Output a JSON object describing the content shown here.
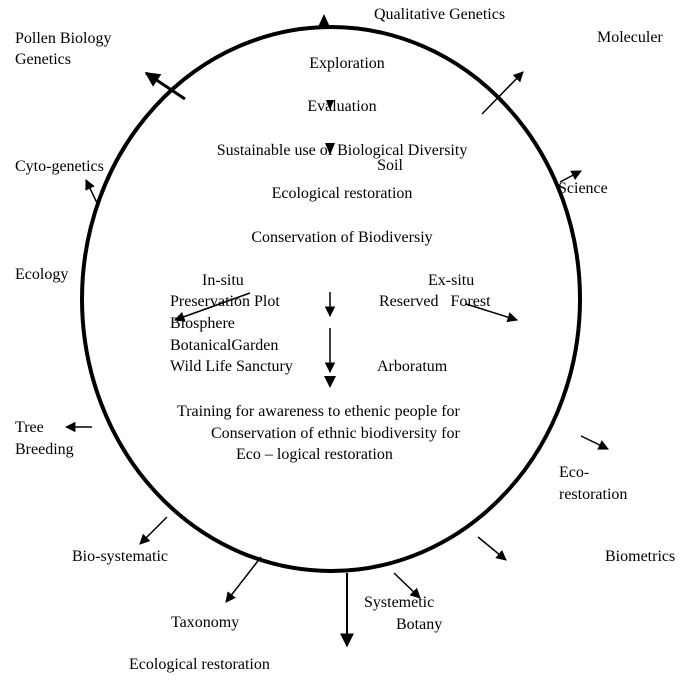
{
  "diagram": {
    "colors": {
      "stroke": "#000000",
      "background": "#ffffff",
      "text": "#000000"
    },
    "center_flow": {
      "exploration": "Exploration",
      "evaluation": "Evaluation",
      "sustainable_use": "Sustainable use of Biological Diversity",
      "soil": "Soil",
      "ecological_restoration": "Ecological restoration",
      "conservation": "Conservation of Biodiversiy"
    },
    "in_situ": {
      "heading": "In-situ",
      "items": [
        "Preservation Plot",
        "Biosphere",
        "BotanicalGarden",
        "Wild Life Sanctury"
      ]
    },
    "ex_situ": {
      "heading": "Ex-situ",
      "items": [
        "Reserved   Forest",
        "Arboratum"
      ]
    },
    "training": {
      "line1": "Training for awareness to ethenic people for",
      "line2": "Conservation of ethnic biodiversity for",
      "line3": "Eco – logical restoration"
    },
    "outer_labels": {
      "qualitative_genetics": "Qualitative Genetics",
      "pollen_biology_genetics": "Pollen Biology\nGenetics",
      "moleculer": "Moleculer",
      "cyto_genetics": "Cyto-genetics",
      "science": "Science",
      "ecology": "Ecology",
      "tree_breeding": "Tree\nBreeding",
      "eco_restoration": "Eco-\nrestoration",
      "biometrics": "Biometrics",
      "bio_systematic": "Bio-systematic",
      "taxonomy": "Taxonomy",
      "systematic_botany": "Systemetic\n        Botany",
      "ecological_restoration_bottom": "Ecological restoration"
    }
  }
}
